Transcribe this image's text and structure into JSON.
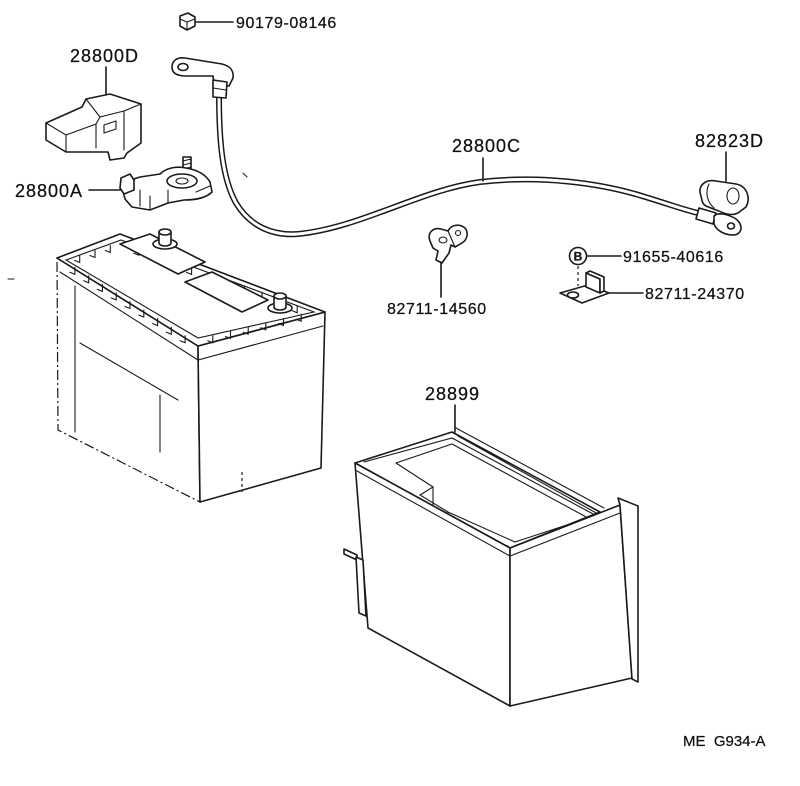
{
  "labels": {
    "nut": "90179-08146",
    "terminal_cover": "28800D",
    "cable": "28800C",
    "cable_end_cover": "82823D",
    "terminal_clamp": "28800A",
    "bolt_symbol": "B",
    "bolt": "91655-40616",
    "cable_clamp": "82711-14560",
    "bracket": "82711-24370",
    "tray": "28899"
  },
  "footer": {
    "code": "ME  G934-A"
  }
}
